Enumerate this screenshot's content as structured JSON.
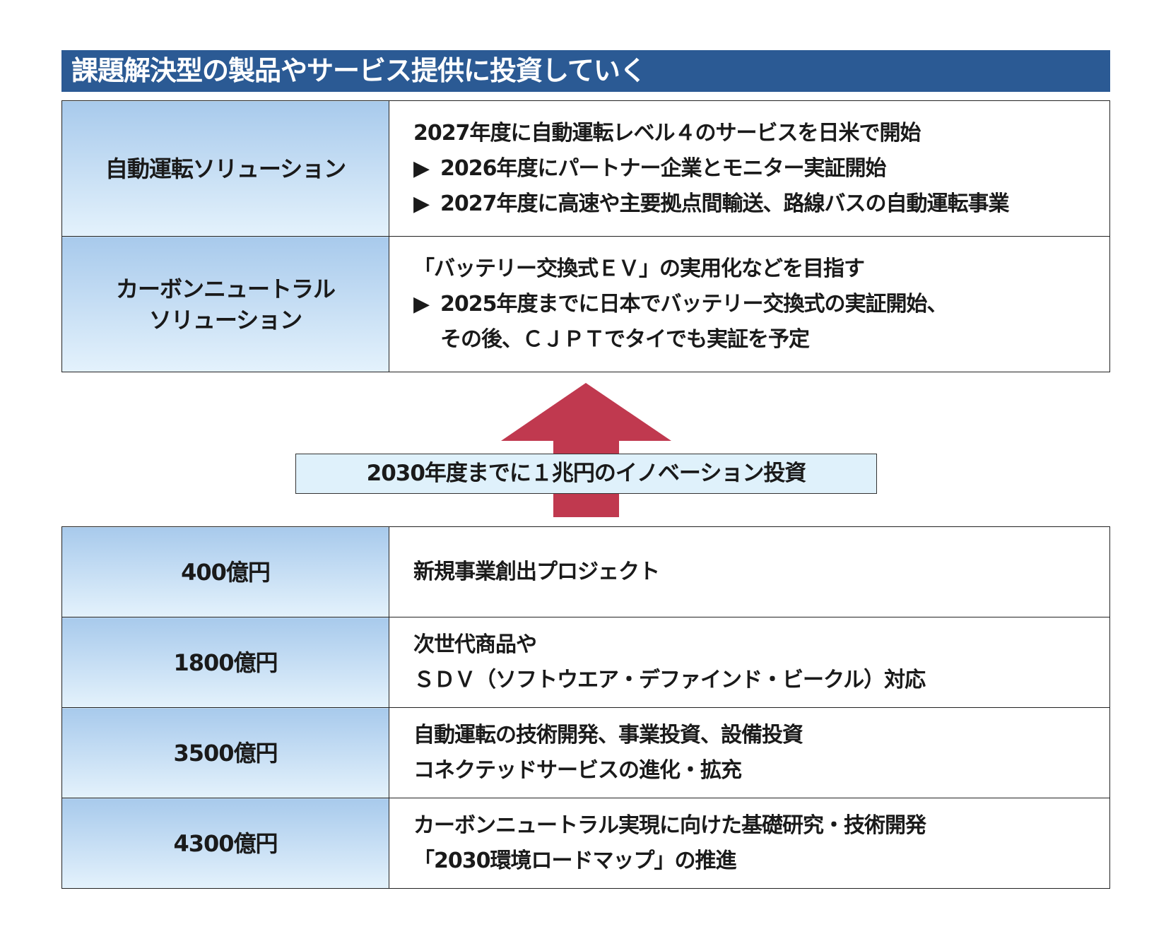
{
  "title": "課題解決型の製品やサービス提供に投資していく",
  "solutions": [
    {
      "label_lines": [
        "自動運転ソリューション"
      ],
      "lead": "2027年度に自動運転レベル４のサービスを日米で開始",
      "bullets": [
        {
          "lines": [
            "2026年度にパートナー企業とモニター実証開始"
          ]
        },
        {
          "lines": [
            "2027年度に高速や主要拠点間輸送、路線バスの自動運転事業"
          ]
        }
      ]
    },
    {
      "label_lines": [
        "カーボンニュートラル",
        "ソリューション"
      ],
      "lead": "「バッテリー交換式ＥＶ」の実用化などを目指す",
      "bullets": [
        {
          "lines": [
            "2025年度までに日本でバッテリー交換式の実証開始、",
            "その後、ＣＪＰＴでタイでも実証を予定"
          ]
        }
      ]
    }
  ],
  "bullet_glyph": "▶",
  "investment_total": "2030年度までに１兆円のイノベーション投資",
  "arrow_color": "#c0394f",
  "investments": [
    {
      "amount": "400億円",
      "lines": [
        "新規事業創出プロジェクト"
      ]
    },
    {
      "amount": "1800億円",
      "lines": [
        "次世代商品や",
        "ＳＤＶ（ソフトウエア・デファインド・ビークル）対応"
      ]
    },
    {
      "amount": "3500億円",
      "lines": [
        "自動運転の技術開発、事業投資、設備投資",
        "コネクテッドサービスの進化・拡充"
      ]
    },
    {
      "amount": "4300億円",
      "lines": [
        "カーボンニュートラル実現に向けた基礎研究・技術開発",
        "「2030環境ロードマップ」の推進"
      ]
    }
  ]
}
